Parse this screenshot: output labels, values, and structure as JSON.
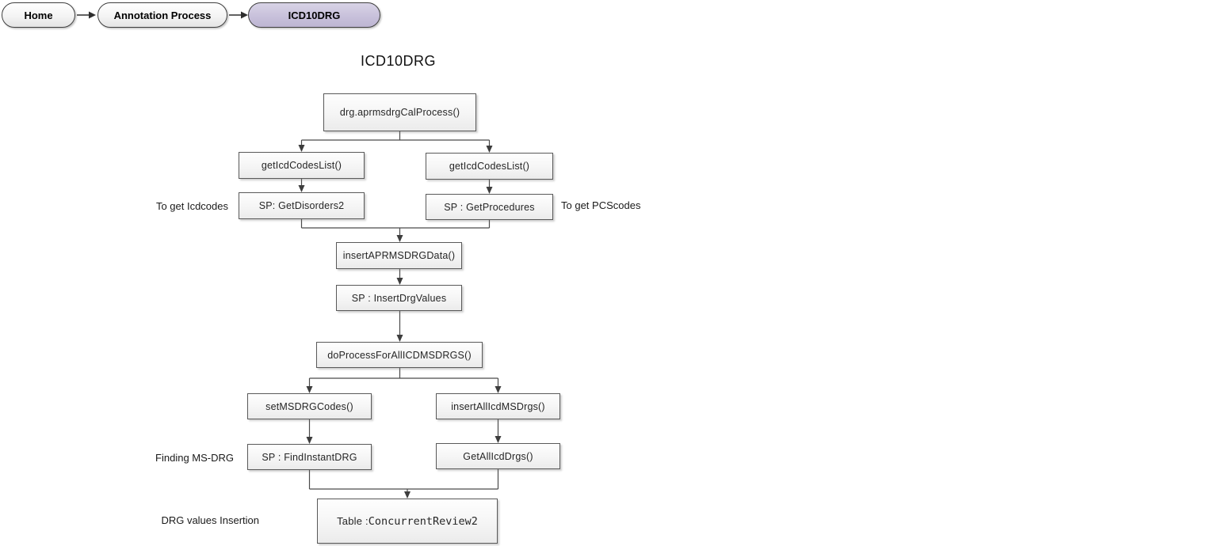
{
  "breadcrumb": {
    "items": [
      {
        "label": "Home"
      },
      {
        "label": "Annotation Process"
      },
      {
        "label": "ICD10DRG"
      }
    ]
  },
  "diagram": {
    "title": "ICD10DRG",
    "nodes": {
      "main_process": "drg.aprmsdrgCalProcess()",
      "get_icd_codes_left": "getIcdCodesList()",
      "get_icd_codes_right": "getIcdCodesList()",
      "sp_get_disorders": "SP: GetDisorders2",
      "sp_get_procedures": "SP : GetProcedures",
      "insert_aprmsdrg_data": "insertAPRMSDRGData()",
      "sp_insert_drg_values": "SP : InsertDrgValues",
      "do_process_for_all": "doProcessForAllICDMSDRGS()",
      "set_msdrg_codes": "setMSDRGCodes()",
      "insert_all_icd_msdrgs": "insertAllIcdMSDrgs()",
      "sp_find_instant_drg": "SP : FindInstantDRG",
      "get_all_icd_drgs": "GetAllIcdDrgs()",
      "table": {
        "prefix": "Table : ",
        "name": "ConcurrentReview2"
      }
    },
    "annotations": {
      "to_get_icdcodes": "To get Icdcodes",
      "to_get_pcscodes": "To get PCScodes",
      "finding_msdrg": "Finding MS-DRG",
      "drg_values_insertion": "DRG values Insertion"
    },
    "colors": {
      "active_breadcrumb_fill": "#c8c1db",
      "node_border": "#595959",
      "connector": "#4a4a4a"
    }
  }
}
